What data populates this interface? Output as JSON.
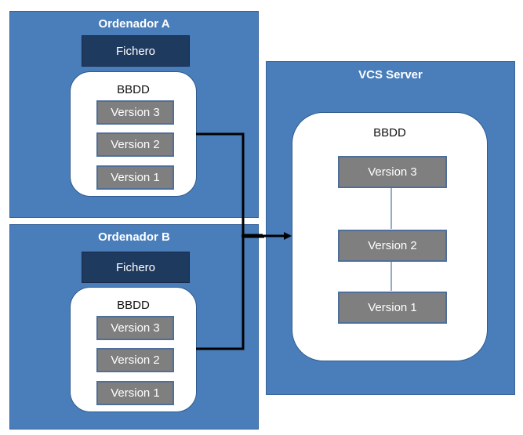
{
  "computer_a": {
    "title": "Ordenador A",
    "file_label": "Fichero",
    "db_label": "BBDD",
    "versions": [
      "Version 3",
      "Version 2",
      "Version 1"
    ]
  },
  "computer_b": {
    "title": "Ordenador B",
    "file_label": "Fichero",
    "db_label": "BBDD",
    "versions": [
      "Version 3",
      "Version 2",
      "Version 1"
    ]
  },
  "server": {
    "title": "VCS Server",
    "db_label": "BBDD",
    "versions": [
      "Version 3",
      "Version 2",
      "Version 1"
    ]
  },
  "colors": {
    "panel": "#4a7ebb",
    "file_box": "#1f3a5f",
    "version_box": "#7f7f7f",
    "arrow": "#000000"
  }
}
